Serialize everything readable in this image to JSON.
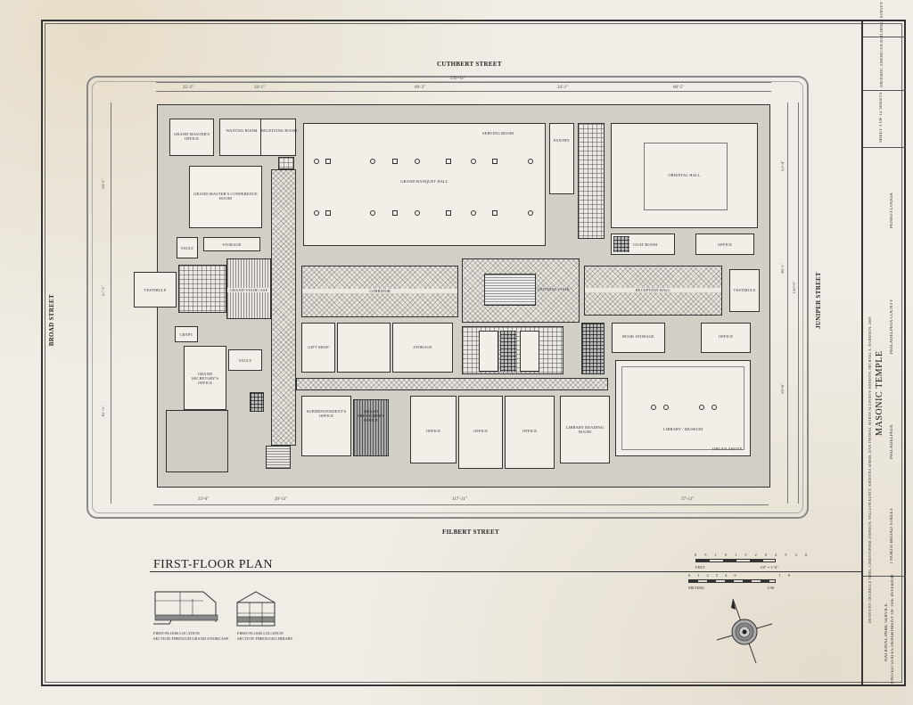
{
  "sheet": {
    "plan_title": "FIRST-FLOOR PLAN",
    "streets": {
      "north": "CUTHBERT STREET",
      "south": "FILBERT STREET",
      "west": "BROAD STREET",
      "east": "JUNIPER STREET"
    }
  },
  "dimensions": {
    "top_overall": "235'-11\"",
    "top": [
      "25'-3\"",
      "34'-1\"",
      "69'-3\"",
      "24'-1\"",
      "60'-5\""
    ],
    "bottom": [
      "33'-6\"",
      "20'-11\"",
      "117'-11\"",
      "57'-11\""
    ],
    "left": [
      "59'-1\"",
      "27'-1\"",
      "61'-5\""
    ],
    "right_overall": "150'-0\"",
    "right": [
      "53'-4\"",
      "36'-1\"",
      "59'-6\""
    ]
  },
  "rooms": {
    "grand_masters_office": "GRAND MASTER'S OFFICE",
    "waiting_room": "WAITING ROOM",
    "receiving_room": "RECEIVING ROOM",
    "grand_banquet_hall": "GRAND BANQUET HALL",
    "serving_room": "SERVING ROOM",
    "pantry": "PANTRY",
    "oriental_hall": "ORIENTAL HALL",
    "grand_masters_conference": "GRAND MASTER'S CONFERENCE ROOM",
    "vault_1": "VAULT",
    "storage_1": "STORAGE",
    "vestibule_west": "VESTIBULE",
    "grand_staircase": "GRAND STAIRCASE",
    "corridor": "CORRIDOR",
    "central_stair": "CENTRAL STAIR",
    "coat_room": "COAT ROOM",
    "office_ne": "OFFICE",
    "reception_hall": "RECEPTION HALL",
    "vestibule_east": "VESTIBULE",
    "crypt": "CRYPT",
    "vault_2": "VAULT",
    "grand_secretarys_office": "GRAND SECRETARY'S OFFICE",
    "gift_shop": "GIFT SHOP",
    "storage_2": "STORAGE",
    "book_storage": "BOOK STORAGE",
    "office_e": "OFFICE",
    "superintendents_office": "SUPERINTENDENT'S OFFICE",
    "grand_treasurers_office": "GRAND TREASURER'S OFFICE",
    "office_1": "OFFICE",
    "office_2": "OFFICE",
    "office_3": "OFFICE",
    "library_reading_room": "LIBRARY READING ROOM",
    "library_museum": "LIBRARY / MUSEUM",
    "organ_above": "ORGAN ABOVE"
  },
  "sections": [
    {
      "line1": "FIRST-FLOOR LOCATION",
      "line2": "SECTION THROUGH GRAND STAIRCASE"
    },
    {
      "line1": "FIRST-FLOOR LOCATION",
      "line2": "SECTION THROUGH LIBRARY"
    }
  ],
  "scale": {
    "feet_ticks": [
      "0",
      "5",
      "10",
      "15",
      "20",
      "25",
      "30"
    ],
    "feet_label": "FEET",
    "feet_ratio": "1/8\" = 1'-0\"",
    "meters_ticks": [
      "0",
      "1",
      "2",
      "3",
      "4",
      "5",
      "10"
    ],
    "meters_label": "METERS",
    "meters_ratio": "1:96"
  },
  "title_block": {
    "survey": "HISTORIC AMERICAN BUILDINGS SURVEY PA-1636",
    "sheet": "SHEET 3 OF 12 SHEETS",
    "state": "PENNSYLVANIA",
    "county": "PHILADELPHIA COUNTY",
    "building": "MASONIC TEMPLE",
    "city": "PHILADELPHIA",
    "address": "1 NORTH BROAD STREET",
    "drawn_by": "DRAWN BY: DECHELLE THIEL, CHRISTOPHER JOHNSON, WILLIAM KUNTZ, KRISTINA SIMMS, DAN THOMAS, MARTH ALLIN ROY-JOHNSON, MICHAEL A. HARRISON, 2009",
    "agency_1": "NATIONAL PARK SERVICE",
    "agency_2": "UNITED STATES DEPARTMENT OF THE INTERIOR"
  }
}
